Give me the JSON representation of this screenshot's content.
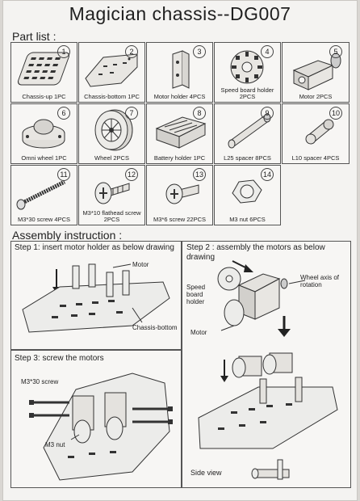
{
  "title": "Magician chassis--DG007",
  "part_list_title": "Part list :",
  "parts": [
    {
      "num": "1",
      "caption": "Chassis-up 1PC"
    },
    {
      "num": "2",
      "caption": "Chassis-bottom 1PC"
    },
    {
      "num": "3",
      "caption": "Motor holder 4PCS"
    },
    {
      "num": "4",
      "caption": "Speed board holder 2PCS"
    },
    {
      "num": "5",
      "caption": "Motor 2PCS"
    },
    {
      "num": "6",
      "caption": "Omni wheel 1PC"
    },
    {
      "num": "7",
      "caption": "Wheel 2PCS"
    },
    {
      "num": "8",
      "caption": "Battery holder 1PC"
    },
    {
      "num": "9",
      "caption": "L25 spacer 8PCS"
    },
    {
      "num": "10",
      "caption": "L10 spacer 4PCS"
    },
    {
      "num": "11",
      "caption": "M3*30 screw 4PCS"
    },
    {
      "num": "12",
      "caption": "M3*10 flathead screw 2PCS"
    },
    {
      "num": "13",
      "caption": "M3*6 screw 22PCS"
    },
    {
      "num": "14",
      "caption": "M3 nut 6PCS"
    }
  ],
  "assembly_title": "Assembly instruction :",
  "step1": {
    "text": "Step 1: insert motor holder as below drawing",
    "motor": "Motor",
    "chassis": "Chassis-bottom"
  },
  "step2": {
    "text": "Step 2 : assembly the motors as below drawing",
    "speed": "Speed board holder",
    "axis": "Wheel axis of rotation",
    "motor": "Motor",
    "side": "Side view"
  },
  "step3": {
    "text": "Step 3: screw the motors",
    "screw": "M3*30 screw",
    "nut": "M3 nut"
  }
}
